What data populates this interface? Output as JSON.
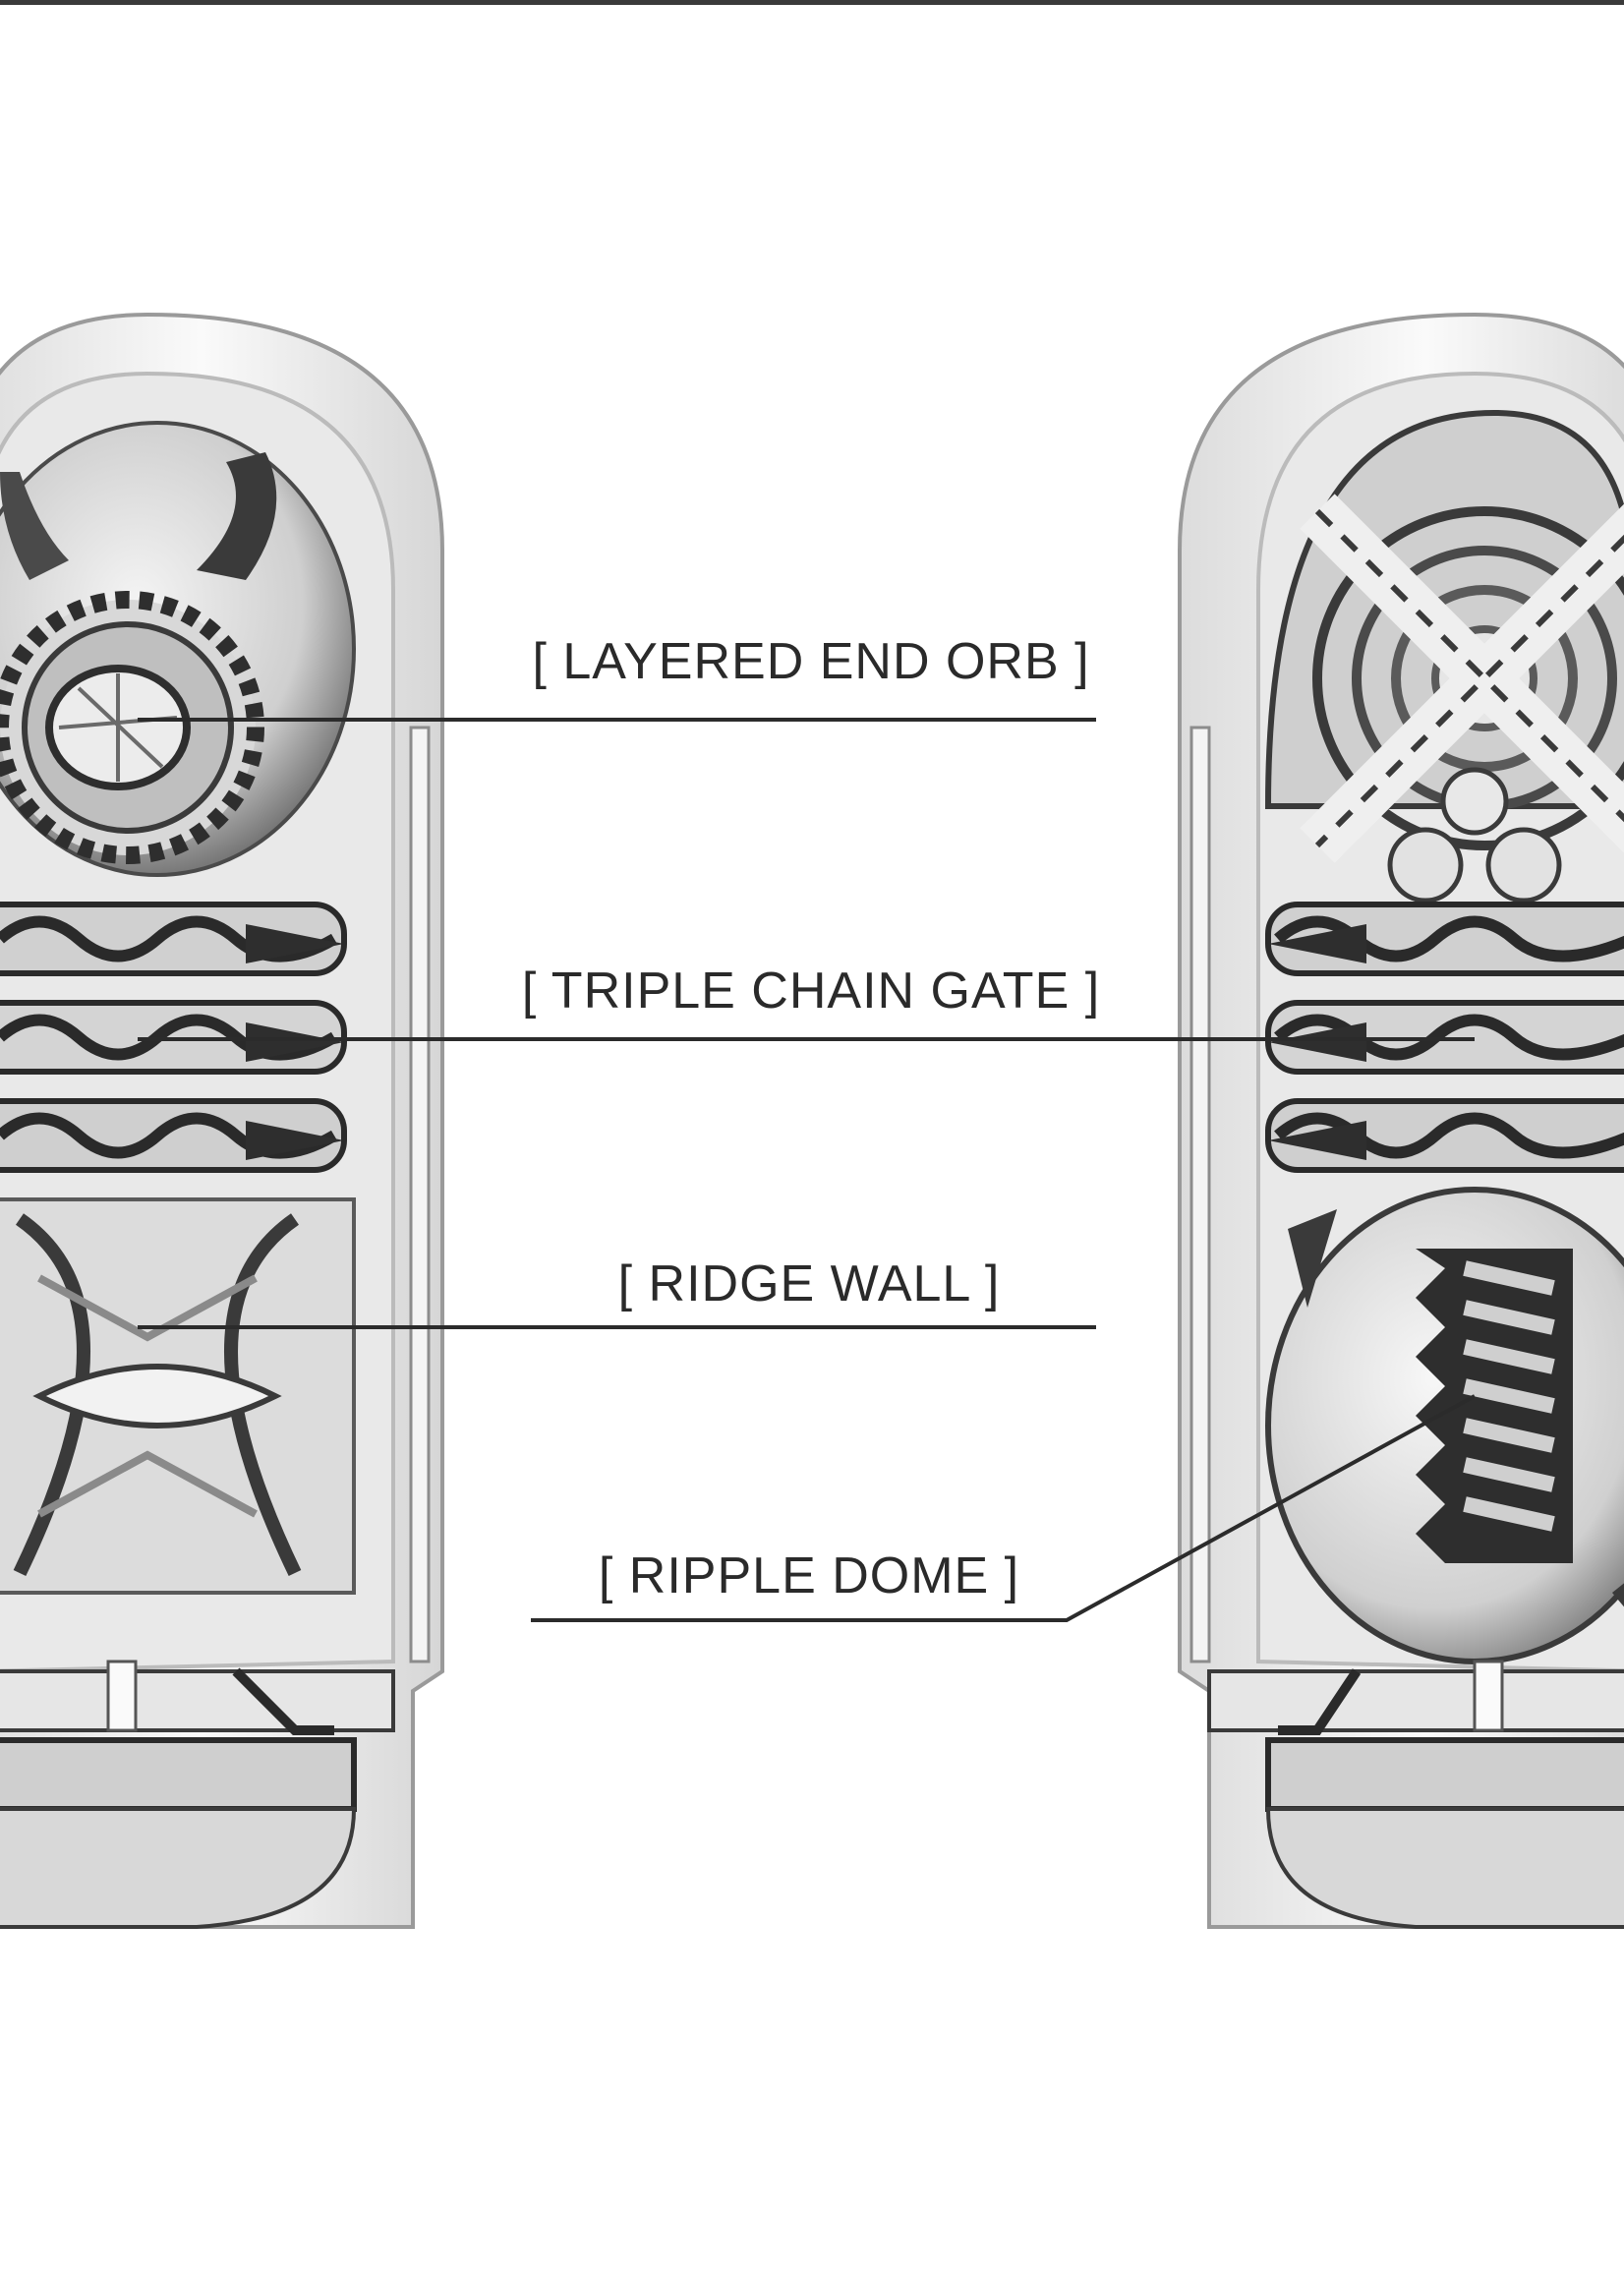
{
  "diagram": {
    "labels": [
      {
        "id": "layered-end-orb",
        "text": "[ LAYERED END ORB ]"
      },
      {
        "id": "triple-chain-gate",
        "text": "[ TRIPLE CHAIN GATE ]"
      },
      {
        "id": "ridge-wall",
        "text": "[ RIDGE WALL ]"
      },
      {
        "id": "ripple-dome",
        "text": "[ RIPPLE DOME ]"
      }
    ],
    "colors": {
      "background": "#ffffff",
      "line": "#2b2b2b",
      "shell": "#f2f2f2",
      "shade": "#3a3a3a",
      "mid": "#bdbdbd"
    }
  }
}
